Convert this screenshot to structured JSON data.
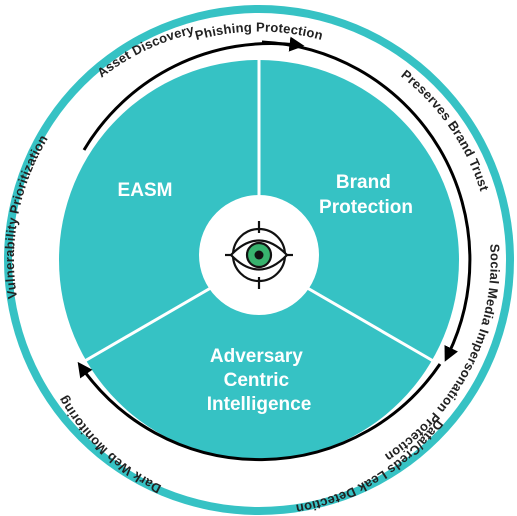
{
  "colors": {
    "teal": "#36C2C4",
    "outer_ring": "#36C2C4",
    "inner_ring": "#ffffff",
    "divider": "#ffffff",
    "hub": "#ffffff",
    "arrow": "#000000",
    "eye_iris": "#38B36E",
    "eye_pupil": "#111111",
    "ring_text": "#222222",
    "segment_text": "#ffffff"
  },
  "ring_labels": [
    "Phishing Protection",
    "Preserves Brand Trust",
    "Social Media Impersonation Protection",
    "Data/Creds Leak Detection",
    "Dark Web Monitoring",
    "Vulnerability Prioritization",
    "Asset Discovery"
  ],
  "segments": {
    "easm": {
      "lines": [
        "EASM"
      ]
    },
    "brand": {
      "lines": [
        "Brand",
        "Protection"
      ]
    },
    "adversary": {
      "lines": [
        "Adversary",
        "Centric",
        "Intelligence"
      ]
    }
  },
  "center_icon": "eye-target-icon"
}
